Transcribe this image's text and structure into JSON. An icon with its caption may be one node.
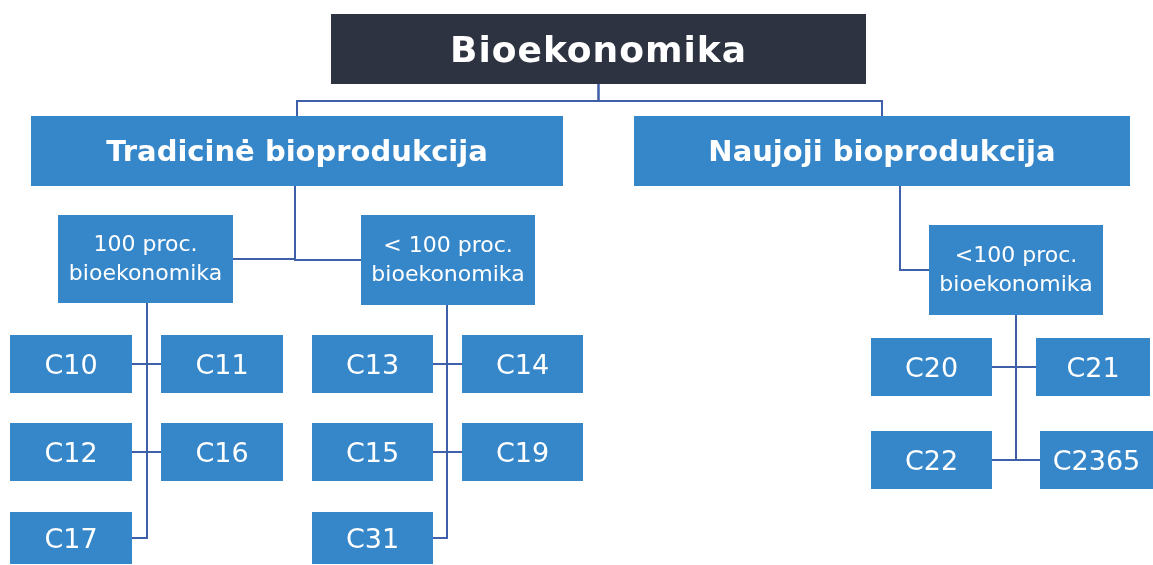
{
  "diagram": {
    "nodes": [
      {
        "text": [
          "Bioekonomika"
        ]
      },
      {
        "text": [
          "Tradicinė bioprodukcija"
        ]
      },
      {
        "text": [
          "Naujoji bioprodukcija"
        ]
      },
      {
        "text": [
          "100 proc. bioekonomika"
        ]
      },
      {
        "text": [
          "< 100 proc. bioekonomika"
        ]
      },
      {
        "text": [
          "<100 proc. bioekonomika"
        ]
      },
      {
        "text": [
          "C10"
        ]
      },
      {
        "text": [
          "C11"
        ]
      },
      {
        "text": [
          "C13"
        ]
      },
      {
        "text": [
          "C14"
        ]
      },
      {
        "text": [
          "C20"
        ]
      },
      {
        "text": [
          "C21"
        ]
      },
      {
        "text": [
          "C12"
        ]
      },
      {
        "text": [
          "C16"
        ]
      },
      {
        "text": [
          "C15"
        ]
      },
      {
        "text": [
          "C19"
        ]
      },
      {
        "text": [
          "C22"
        ]
      },
      {
        "text": [
          "C2365"
        ]
      },
      {
        "text": [
          "C17"
        ]
      },
      {
        "text": [
          "C31"
        ]
      }
    ],
    "edges": [
      {
        "from": 0,
        "to": 1,
        "arrow": "none"
      },
      {
        "from": 0,
        "to": 2,
        "arrow": "none"
      },
      {
        "from": 1,
        "to": 3,
        "arrow": "none"
      },
      {
        "from": 1,
        "to": 4,
        "arrow": "none"
      },
      {
        "from": 2,
        "to": 5,
        "arrow": "none"
      },
      {
        "from": 3,
        "to": 6,
        "arrow": "none"
      },
      {
        "from": 3,
        "to": 7,
        "arrow": "none"
      },
      {
        "from": 3,
        "to": 12,
        "arrow": "none"
      },
      {
        "from": 3,
        "to": 13,
        "arrow": "none"
      },
      {
        "from": 3,
        "to": 18,
        "arrow": "none"
      },
      {
        "from": 4,
        "to": 8,
        "arrow": "none"
      },
      {
        "from": 4,
        "to": 9,
        "arrow": "none"
      },
      {
        "from": 4,
        "to": 14,
        "arrow": "none"
      },
      {
        "from": 4,
        "to": 15,
        "arrow": "none"
      },
      {
        "from": 4,
        "to": 19,
        "arrow": "none"
      },
      {
        "from": 5,
        "to": 10,
        "arrow": "none"
      },
      {
        "from": 5,
        "to": 11,
        "arrow": "none"
      },
      {
        "from": 5,
        "to": 16,
        "arrow": "none"
      },
      {
        "from": 5,
        "to": 17,
        "arrow": "none"
      }
    ]
  }
}
